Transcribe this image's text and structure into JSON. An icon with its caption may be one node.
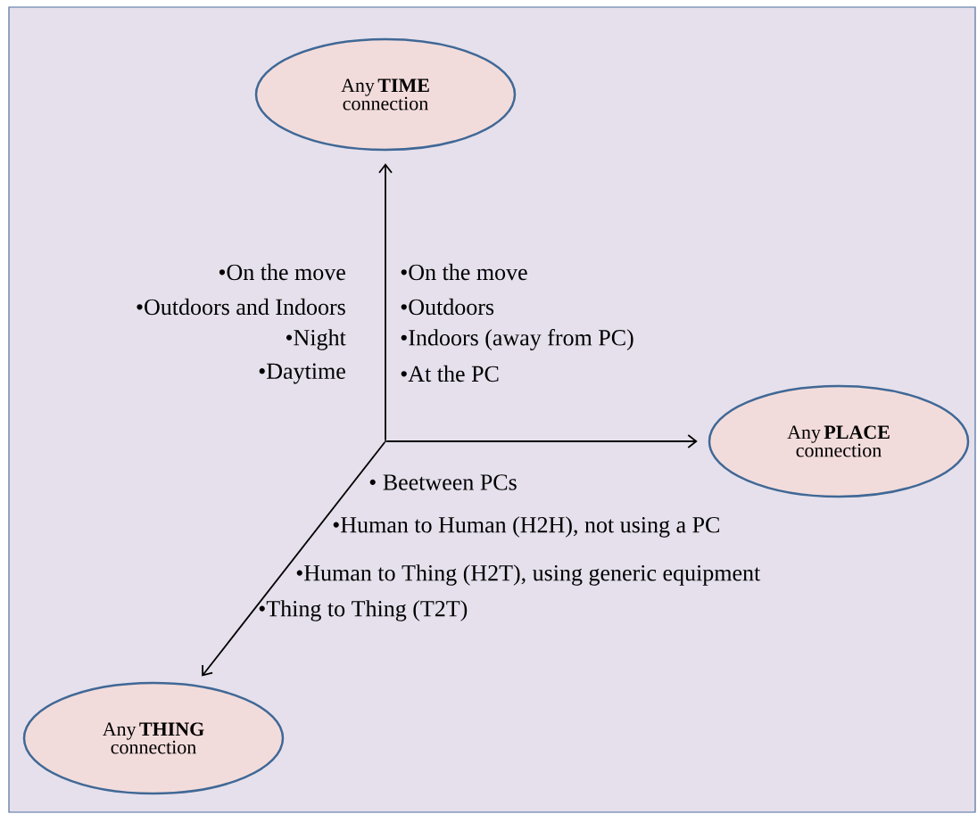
{
  "diagram": {
    "nodes": [
      {
        "text": [],
        "shape": "point"
      },
      {
        "text": [
          "Any **TIME** connection"
        ]
      },
      {
        "text": [
          "Any **PLACE** connection"
        ]
      },
      {
        "text": [
          "Any **THING** connection"
        ]
      }
    ],
    "edges": [
      {
        "from": 0,
        "to": 1,
        "arrow": "to"
      },
      {
        "from": 0,
        "to": 2,
        "arrow": "to"
      },
      {
        "from": 0,
        "to": 3,
        "arrow": "to"
      }
    ],
    "labels": [
      "•On the move",
      "•On the move",
      "•Outdoors and Indoors",
      "•Outdoors",
      "•Night",
      "•Indoors (away from PC)",
      "•Daytime",
      "•At the PC",
      "• Beetween PCs",
      "•Human to Human (H2H),  not using a PC",
      "•Human to Thing (H2T), using generic equipment",
      "•Thing to Thing (T2T)"
    ]
  }
}
